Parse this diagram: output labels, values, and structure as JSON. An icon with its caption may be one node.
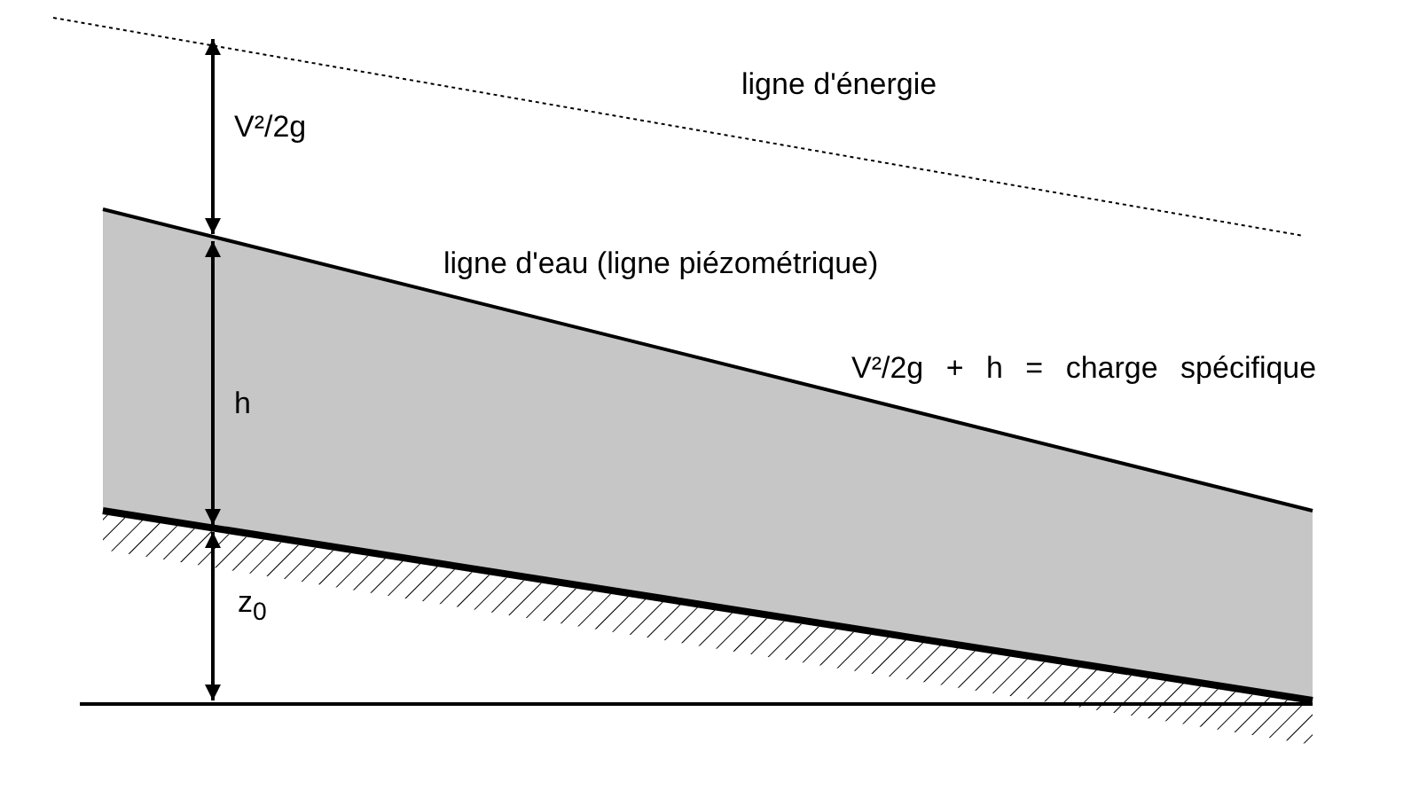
{
  "diagram": {
    "labels": [
      "ligne d'énergie",
      "V²/2g",
      "ligne d'eau (ligne piézométrique)",
      "V²/2g + h = charge spécifique",
      "h",
      "z$_{0}$"
    ]
  }
}
